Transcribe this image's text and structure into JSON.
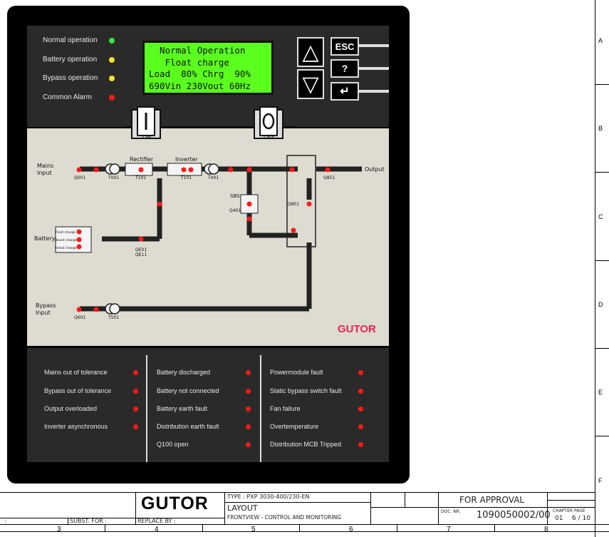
{
  "status_leds": [
    {
      "label": "Normal operation",
      "color": "#39e639"
    },
    {
      "label": "Battery operation",
      "color": "#f5e22a"
    },
    {
      "label": "Bypass operation",
      "color": "#f5e22a"
    },
    {
      "label": "Common Alarm",
      "color": "#ff1a1a"
    }
  ],
  "lcd": {
    "lines": [
      "  Normal Operation",
      "   Float charge",
      "Load  80% Chrg  90%",
      "690Vin 230Vout 60Hz"
    ]
  },
  "keys": {
    "up": "△",
    "down": "▽",
    "esc": "ESC",
    "help": "?",
    "enter": "↵"
  },
  "switches": {
    "on": "ON",
    "off": "OFF"
  },
  "diagram": {
    "mains_input": "Mains Input",
    "bypass_input": "Bypass Input",
    "output": "Output",
    "battery": "Battery",
    "rectifier": "Rectifier",
    "inverter": "Inverter",
    "sbs": "SBS",
    "q001": "Q001",
    "t001": "T001",
    "t101a": "T101",
    "t101b": "T101",
    "t401": "T401",
    "q801": "Q801",
    "q851": "Q851",
    "q401": "Q401",
    "q601": "Q601",
    "t501": "T501",
    "qe01": "QE01",
    "qe11": "QE11",
    "charge_modes": [
      "Float charge",
      "Boost charge",
      "Initial charge"
    ],
    "brand": "GUTOR"
  },
  "alarms": [
    [
      "Mains out of tolerance",
      "Bypass out of tolerance",
      "Output overloaded",
      "Inverter asynchronous"
    ],
    [
      "Battery discharged",
      "Battery not connected",
      "Battery earth fault",
      "Distribution earth fault",
      "Q100 open"
    ],
    [
      "Powermodule fault",
      "Static bypass switch fault",
      "Fan failure",
      "Overtemperature",
      "Distribution MCB Tripped"
    ]
  ],
  "title_block": {
    "brand": "GUTOR",
    "type": "TYPE : PXP 3030-400/230-EN",
    "title1": "LAYOUT",
    "title2": "FRONTVIEW - CONTROL AND MONITORING",
    "approval": "FOR APPROVAL",
    "doc_label": "DOC. NR.",
    "doc_nr": "1090050002/00",
    "chapter_label": "CHAPTER PAGE",
    "chapter": "01",
    "page": "6 / 10",
    "subst_for": "SUBST. FOR :",
    "replace_by": "REPLACE BY :",
    "colon": ":"
  },
  "grid": {
    "cols": [
      "3",
      "4",
      "5",
      "6",
      "7",
      "8"
    ],
    "rows": [
      "A",
      "B",
      "C",
      "D",
      "E",
      "F"
    ]
  }
}
